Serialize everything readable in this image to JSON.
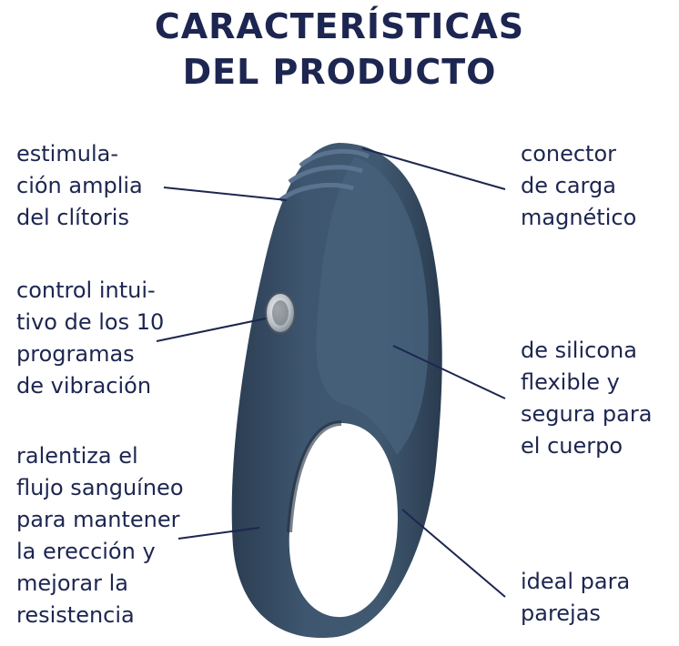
{
  "title": {
    "line1": "CARACTERÍSTICAS",
    "line2": "DEL PRODUCTO"
  },
  "features": {
    "left": [
      {
        "lines": [
          "estimula-",
          "ción amplia",
          "del clítoris"
        ]
      },
      {
        "lines": [
          "control intui-",
          "tivo de los 10",
          "programas",
          "de vibración"
        ]
      },
      {
        "lines": [
          "ralentiza el",
          "flujo sanguíneo",
          "para mantener",
          "la erección y",
          "mejorar la",
          "resistencia"
        ]
      }
    ],
    "right": [
      {
        "lines": [
          "conector",
          "de carga",
          "magnético"
        ]
      },
      {
        "lines": [
          "de silicona",
          "flexible y",
          "segura para",
          "el cuerpo"
        ]
      },
      {
        "lines": [
          "ideal para",
          "parejas"
        ]
      }
    ]
  },
  "colors": {
    "text": "#1d2650",
    "product": "#3a5068",
    "product_shadow": "#25384a",
    "button": "#d0d4d8",
    "leader_line": "#1d2650"
  },
  "icons": {
    "product_image": "vibrating-ring-image",
    "control_button": "power-button-icon"
  }
}
